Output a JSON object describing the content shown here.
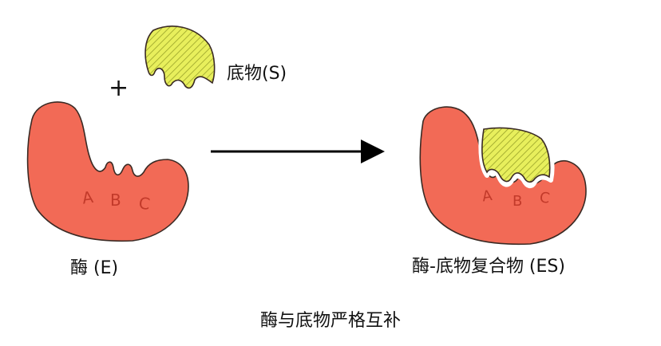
{
  "substrate_label": "底物(S)",
  "plus_sign": "+",
  "enzyme_label": "酶 (E)",
  "complex_label": "酶-底物复合物 (ES)",
  "caption": "酶与底物严格互补",
  "site_labels": [
    "A",
    "B",
    "C"
  ],
  "colors": {
    "enzyme_fill": "#f26a56",
    "enzyme_stroke": "#3a2a24",
    "substrate_fill": "#e8ef5c",
    "substrate_hatch": "#9aa22a",
    "site_text": "#c23a2a",
    "arrow": "#000000"
  }
}
